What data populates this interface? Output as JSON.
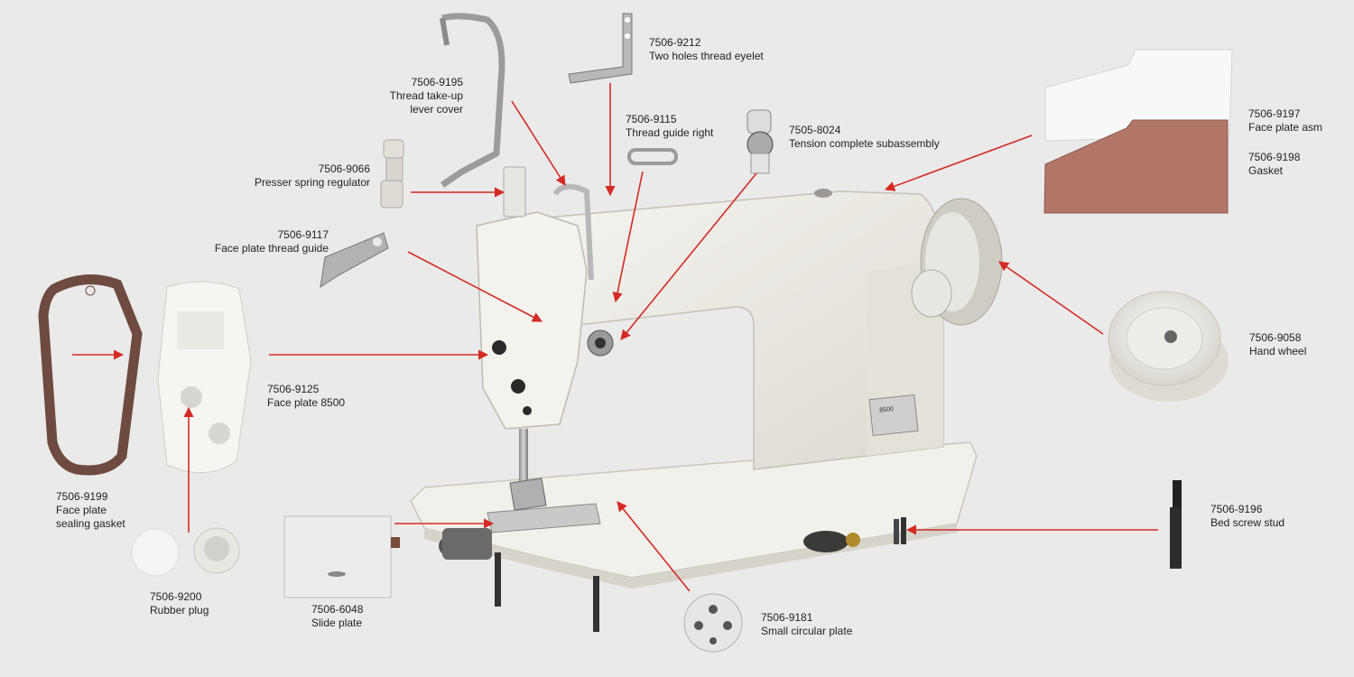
{
  "parts": [
    {
      "id": "p9195",
      "number": "7506-9195",
      "lines": [
        "Thread take-up",
        "lever cover"
      ]
    },
    {
      "id": "p9212",
      "number": "7506-9212",
      "lines": [
        "Two holes thread eyelet"
      ]
    },
    {
      "id": "p9115",
      "number": "7506-9115",
      "lines": [
        "Thread guide right"
      ]
    },
    {
      "id": "p8024",
      "number": "7505-8024",
      "lines": [
        "Tension complete subassembly"
      ]
    },
    {
      "id": "p9066",
      "number": "7506-9066",
      "lines": [
        "Presser spring regulator"
      ]
    },
    {
      "id": "p9117",
      "number": "7506-9117",
      "lines": [
        "Face plate thread guide"
      ]
    },
    {
      "id": "p9125",
      "number": "7506-9125",
      "lines": [
        "Face plate 8500"
      ]
    },
    {
      "id": "p9199",
      "number": "7506-9199",
      "lines": [
        "Face plate",
        "sealing gasket"
      ]
    },
    {
      "id": "p9200",
      "number": "7506-9200",
      "lines": [
        "Rubber plug"
      ]
    },
    {
      "id": "p6048",
      "number": "7506-6048",
      "lines": [
        "Slide plate"
      ]
    },
    {
      "id": "p9181",
      "number": "7506-9181",
      "lines": [
        "Small circular plate"
      ]
    },
    {
      "id": "p9196",
      "number": "7506-9196",
      "lines": [
        "Bed screw stud"
      ]
    },
    {
      "id": "p9058",
      "number": "7506-9058",
      "lines": [
        "Hand wheel"
      ]
    },
    {
      "id": "p9197",
      "number": "7506-9197",
      "lines": [
        "Face plate asm"
      ]
    },
    {
      "id": "p9198",
      "number": "7506-9198",
      "lines": [
        "Gasket"
      ]
    }
  ],
  "machine": {
    "model_plate": "8500"
  },
  "colors": {
    "arrow": "#d42a24",
    "background": "#eaeaea",
    "machine_body": "#f1efe9",
    "gasket": "#7a5347",
    "copper_gasket": "#b5786a"
  }
}
